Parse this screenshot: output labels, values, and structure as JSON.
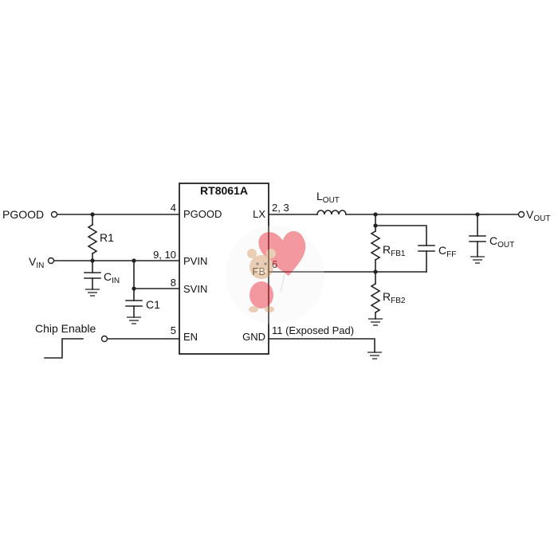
{
  "ic": {
    "part_number": "RT8061A",
    "pins": {
      "pgood_num": "4",
      "pgood": "PGOOD",
      "pvin_num": "9, 10",
      "pvin": "PVIN",
      "svin_num": "8",
      "svin": "SVIN",
      "en_num": "5",
      "en": "EN",
      "lx_num": "2, 3",
      "lx": "LX",
      "fb_num": "6",
      "fb": "FB",
      "gnd": "GND",
      "gnd_num": "11 (Exposed Pad)"
    }
  },
  "ports": {
    "pgood": "PGOOD",
    "vin_main": "V",
    "vin_sub": "IN",
    "chip_enable": "Chip Enable",
    "vout_main": "V",
    "vout_sub": "OUT"
  },
  "components": {
    "r1": "R1",
    "cin_main": "C",
    "cin_sub": "IN",
    "c1": "C1",
    "lout_main": "L",
    "lout_sub": "OUT",
    "cout_main": "C",
    "cout_sub": "OUT",
    "rfb1_main": "R",
    "rfb1_sub": "FB1",
    "cff_main": "C",
    "cff_sub": "FF",
    "rfb2_main": "R",
    "rfb2_sub": "FB2"
  },
  "watermark": {
    "heart_color": "#e8454f",
    "bear_color": "#d9a679"
  }
}
